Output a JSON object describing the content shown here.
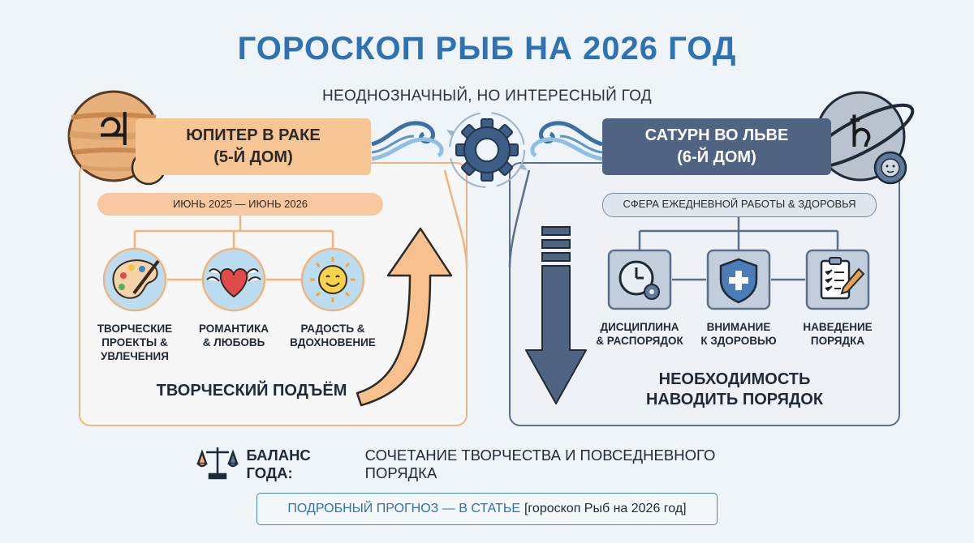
{
  "title": "ГОРОСКОП РЫБ НА 2026 ГОД",
  "subtitle": "НЕОДНОЗНАЧНЫЙ, НО ИНТЕРЕСНЫЙ ГОД",
  "left": {
    "header_line1": "ЮПИТЕР В РАКЕ",
    "header_line2": "(5-Й ДОМ)",
    "period": "ИЮНЬ 2025 — ИЮНЬ 2026",
    "items": [
      {
        "line1": "ТВОРЧЕСКИЕ",
        "line2": "ПРОЕКТЫ &",
        "line3": "УВЛЕЧЕНИЯ",
        "icon": "palette-icon"
      },
      {
        "line1": "РОМАНТИКА",
        "line2": "& ЛЮБОВЬ",
        "icon": "winged-heart-icon"
      },
      {
        "line1": "РАДОСТЬ &",
        "line2": "ВДОХНОВЕНИЕ",
        "icon": "smiling-sun-icon"
      }
    ],
    "footer": "ТВОРЧЕСКИЙ ПОДЪЁМ"
  },
  "right": {
    "header_line1": "САТУРН ВО ЛЬВЕ",
    "header_line2": "(6-Й ДОМ)",
    "sphere": "СФЕРА ЕЖЕДНЕВНОЙ РАБОТЫ & ЗДОРОВЬЯ",
    "items": [
      {
        "line1": "ДИСЦИПЛИНА",
        "line2": "& РАСПОРЯДОК",
        "icon": "clock-gear-icon"
      },
      {
        "line1": "ВНИМАНИЕ",
        "line2": "К ЗДОРОВЬЮ",
        "icon": "health-shield-icon"
      },
      {
        "line1": "НАВЕДЕНИЕ",
        "line2": "ПОРЯДКА",
        "icon": "checklist-icon"
      }
    ],
    "footer_line1": "НЕОБХОДИМОСТЬ",
    "footer_line2": "НАВОДИТЬ ПОРЯДОК"
  },
  "balance": {
    "label": "БАЛАНС ГОДА:",
    "text": "СОЧЕТАНИЕ ТВОРЧЕСТВА И ПОВСЕДНЕВНОГО ПОРЯДКА"
  },
  "footer": {
    "prefix": "ПОДРОБНЫЙ ПРОГНОЗ — В СТАТЬЕ",
    "link": "[гороскоп Рыб на 2026 год]"
  },
  "symbols": {
    "jupiter": "♃",
    "saturn": "♄",
    "cancer": "♋"
  },
  "colors": {
    "title": "#2e72b3",
    "jupiter_accent": "#f8c595",
    "saturn_accent": "#4f6482",
    "arrow_up": "#f8c08d",
    "arrow_down": "#4f6482"
  }
}
